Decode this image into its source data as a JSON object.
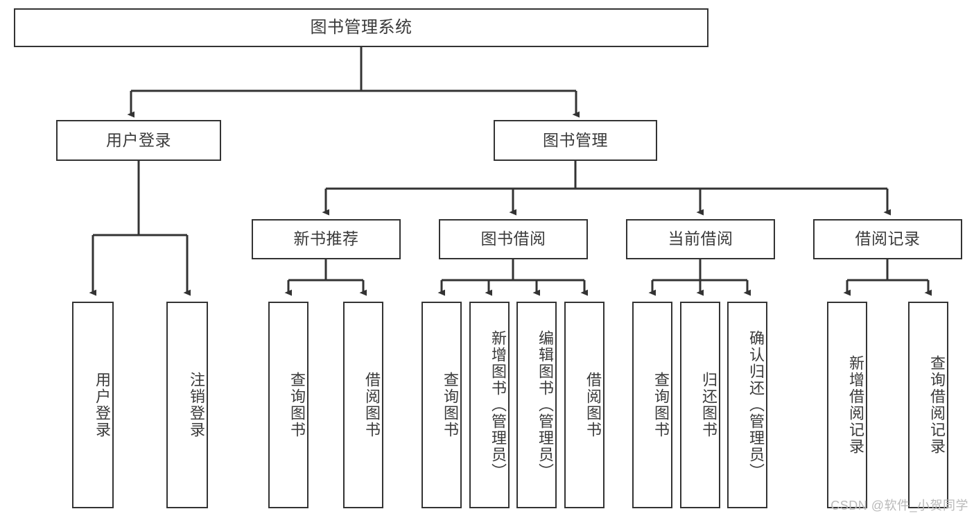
{
  "diagram": {
    "type": "tree-hierarchy-chart",
    "title": "图书管理系统",
    "watermark": "CSDN @软件_小贺同学",
    "colors": {
      "border": "#333333",
      "background": "#ffffff",
      "text": "#3a3a3a",
      "connector": "#333333",
      "watermark": "#b9b9b9"
    },
    "nodes": {
      "root": {
        "label": "图书管理系统"
      },
      "level2": [
        {
          "label": "用户登录"
        },
        {
          "label": "图书管理"
        }
      ],
      "level3": [
        {
          "label": "新书推荐"
        },
        {
          "label": "图书借阅"
        },
        {
          "label": "当前借阅"
        },
        {
          "label": "借阅记录"
        }
      ],
      "leaves": [
        {
          "label": "用户登录"
        },
        {
          "label": "注销登录"
        },
        {
          "label": "查询图书"
        },
        {
          "label": "借阅图书"
        },
        {
          "label": "查询图书"
        },
        {
          "label": "新增图书（管理员）"
        },
        {
          "label": "编辑图书（管理员）"
        },
        {
          "label": "借阅图书"
        },
        {
          "label": "查询图书"
        },
        {
          "label": "归还图书"
        },
        {
          "label": "确认归还（管理员）"
        },
        {
          "label": "新增借阅记录"
        },
        {
          "label": "查询借阅记录"
        }
      ]
    }
  }
}
